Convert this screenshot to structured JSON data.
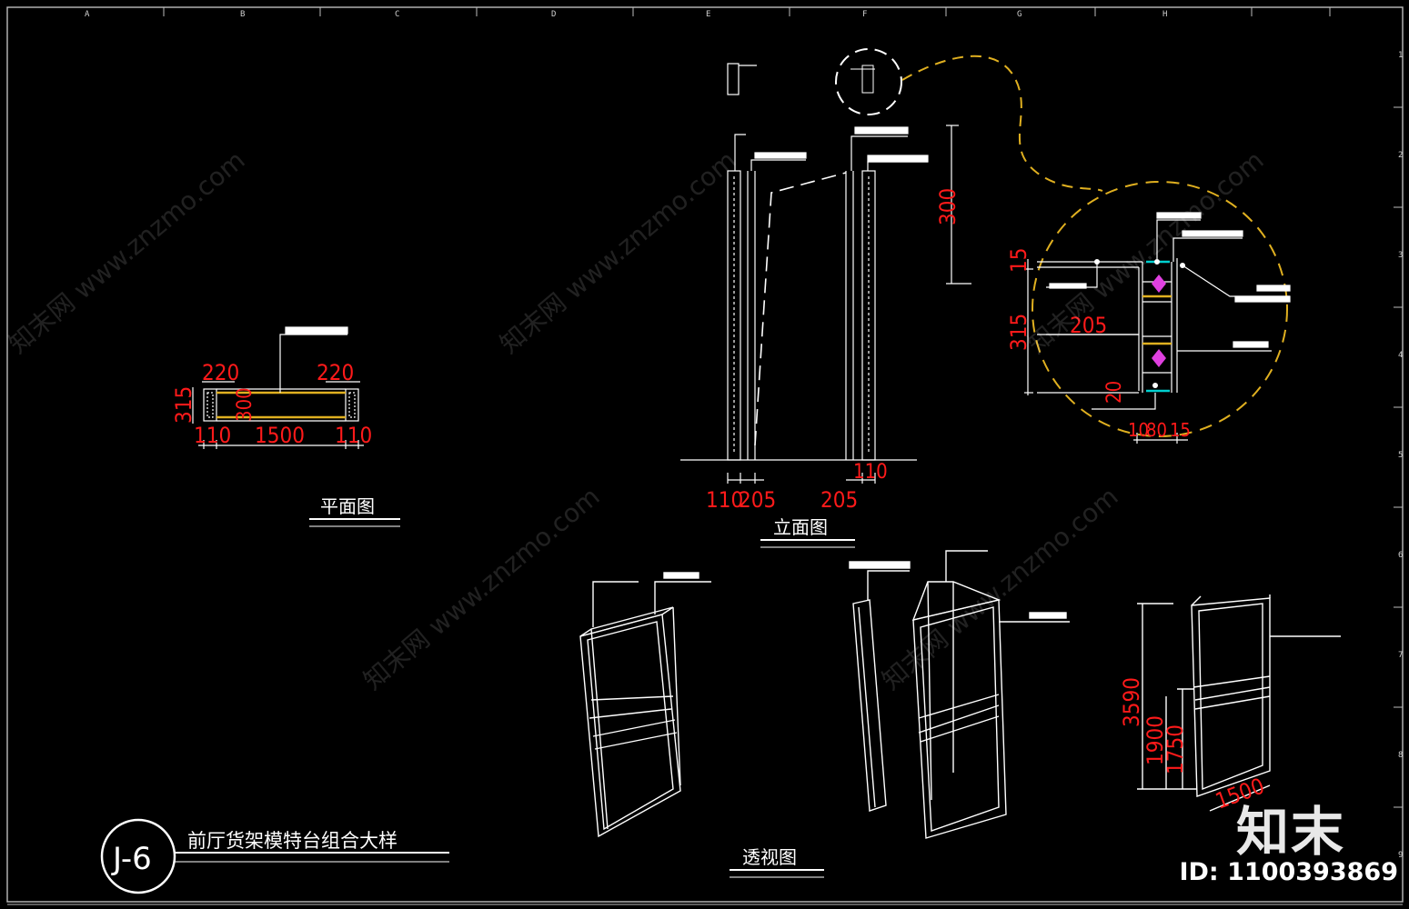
{
  "ruler": {
    "columns": [
      "A",
      "B",
      "C",
      "D",
      "E",
      "F",
      "G",
      "H"
    ],
    "rows": [
      "1",
      "2",
      "3",
      "4",
      "5",
      "6",
      "7",
      "8",
      "9"
    ]
  },
  "plan": {
    "title": "平面图",
    "dims": [
      "220",
      "220",
      "315",
      "300",
      "110",
      "1500",
      "110"
    ]
  },
  "elevation": {
    "title": "立面图",
    "dims": [
      "300",
      "110",
      "205",
      "205",
      "110"
    ]
  },
  "detail": {
    "dims": [
      "15",
      "315",
      "205",
      "20",
      "10",
      "80",
      "15"
    ]
  },
  "perspective": {
    "title": "透视图",
    "dims": [
      "3590",
      "1900",
      "1750",
      "1500"
    ]
  },
  "sheet": {
    "code": "J-6",
    "title": "前厅货架模特台组合大样"
  },
  "watermark": {
    "text": "知末网 www.znzmo.com"
  },
  "brand": {
    "logo": "知末",
    "id": "ID: 1100393869"
  },
  "colors": {
    "background": "#000000",
    "line": "#ffffff",
    "dimension": "#ff1a1a",
    "accent_yellow": "#e0b020",
    "accent_cyan": "#00d0d0",
    "accent_magenta": "#e040e0"
  }
}
